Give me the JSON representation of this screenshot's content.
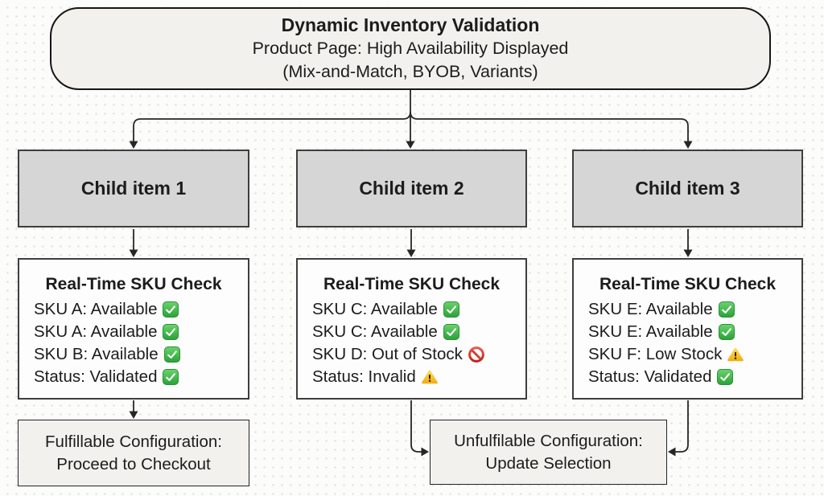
{
  "title_box": {
    "line1": "Dynamic Inventory Validation",
    "line2": "Product Page: High Availability Displayed",
    "line3": "(Mix-and-Match, BYOB, Variants)"
  },
  "child_boxes": [
    {
      "label": "Child item 1"
    },
    {
      "label": "Child item 2"
    },
    {
      "label": "Child item 3"
    }
  ],
  "sku_boxes": [
    {
      "title": "Real-Time SKU Check",
      "lines": [
        {
          "text": "SKU A: Available",
          "icon": "check"
        },
        {
          "text": "SKU A: Available",
          "icon": "check"
        },
        {
          "text": "SKU B: Available",
          "icon": "check"
        },
        {
          "text": "Status: Validated",
          "icon": "check"
        }
      ]
    },
    {
      "title": "Real-Time SKU Check",
      "lines": [
        {
          "text": "SKU C: Available",
          "icon": "check"
        },
        {
          "text": "SKU C: Available",
          "icon": "check"
        },
        {
          "text": "SKU D: Out of Stock",
          "icon": "no_entry"
        },
        {
          "text": "Status: Invalid",
          "icon": "warning"
        }
      ]
    },
    {
      "title": "Real-Time SKU Check",
      "lines": [
        {
          "text": "SKU E: Available",
          "icon": "check"
        },
        {
          "text": "SKU E: Available",
          "icon": "check"
        },
        {
          "text": "SKU F: Low Stock",
          "icon": "warning"
        },
        {
          "text": "Status: Validated",
          "icon": "check"
        }
      ]
    }
  ],
  "outcome_boxes": [
    {
      "line1": "Fulfillable Configuration:",
      "line2": "Proceed to Checkout"
    },
    {
      "line1": "Unfulfilable Configuration:",
      "line2": "Update Selection"
    }
  ],
  "icons": {
    "check": "✅",
    "no_entry": "🚫",
    "warning": "⚠️"
  },
  "colors": {
    "check_green": "#2fa33a",
    "no_entry_red": "#cf3328",
    "warning_yellow": "#f7bf2a",
    "child_fill": "#d6d6d6",
    "panel_fill": "#f2f1ed",
    "sku_fill": "#fdfdfd",
    "line": "#262626"
  }
}
